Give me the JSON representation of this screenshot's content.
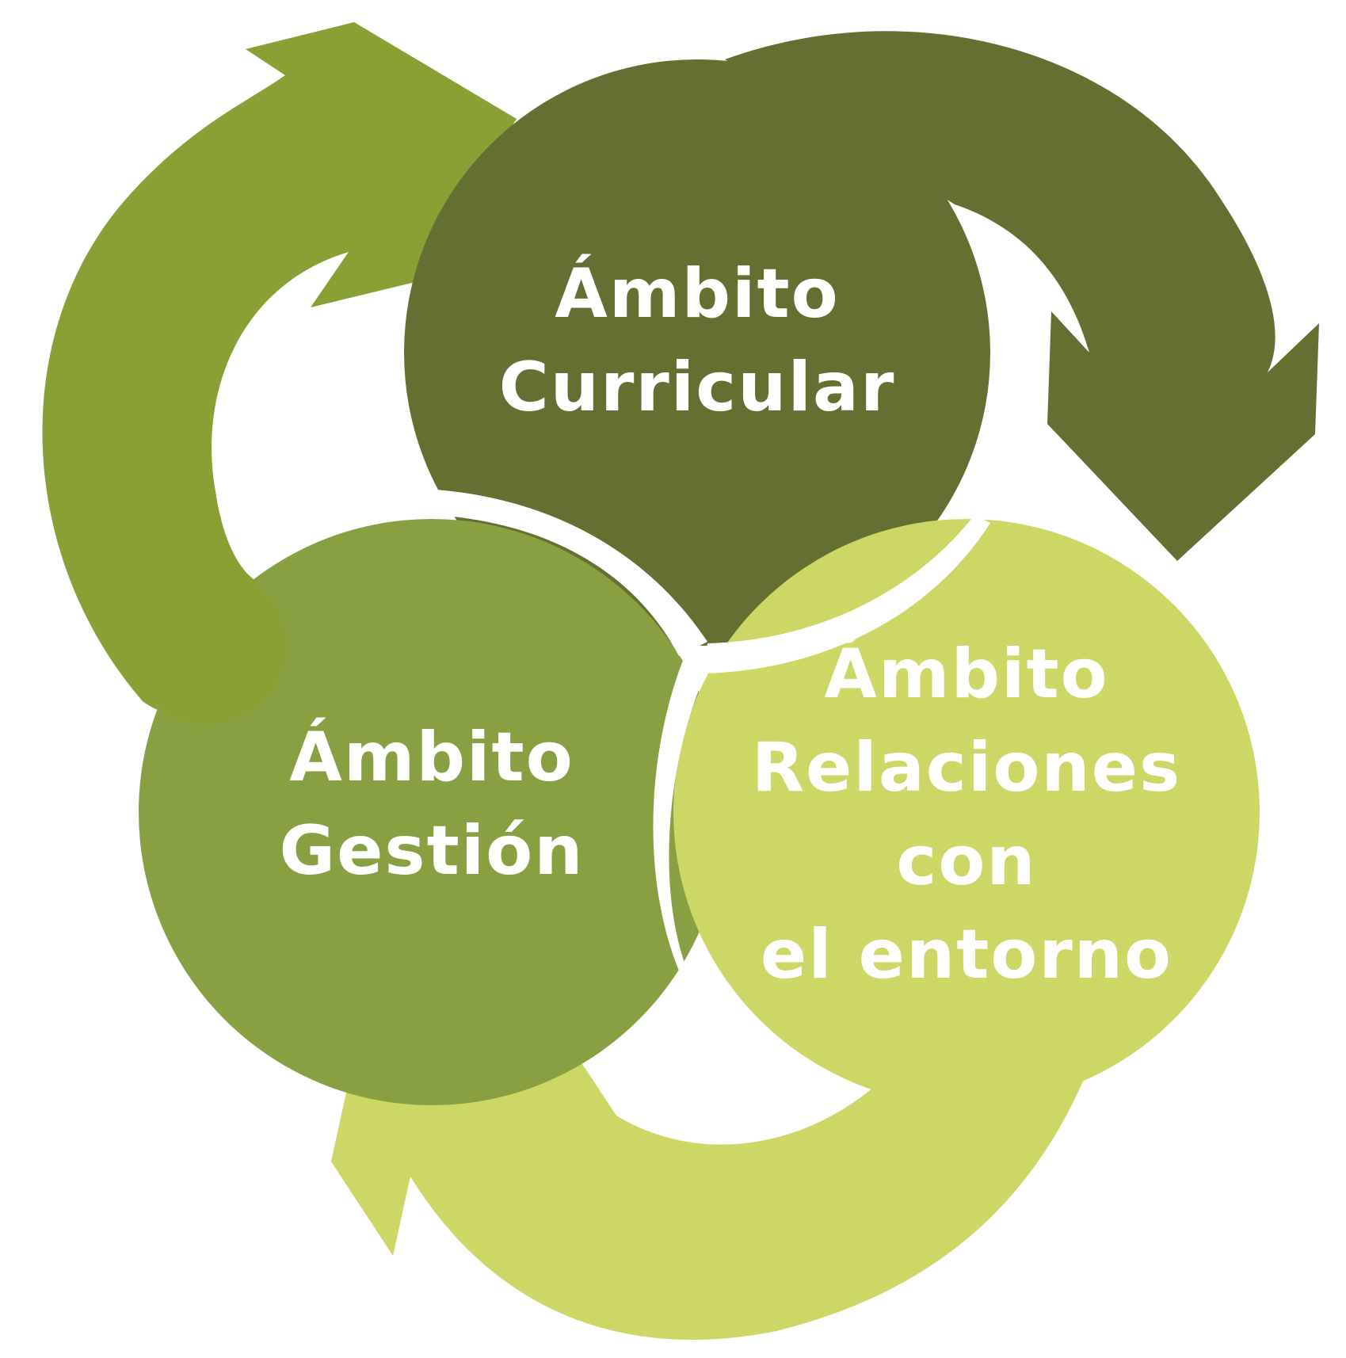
{
  "diagram": {
    "nodes": [
      {
        "id": "curricular",
        "lines": [
          "Ámbito",
          "Curricular"
        ],
        "color": "#647032"
      },
      {
        "id": "gestion",
        "lines": [
          "Ámbito",
          "Gestión"
        ],
        "color": "#89a042"
      },
      {
        "id": "relaciones",
        "lines": [
          "Ámbito",
          "Relaciones",
          "con",
          "el entorno"
        ],
        "color": "#cdd766"
      }
    ],
    "arrows": [
      {
        "id": "gestion-to-curricular",
        "color": "#88a034"
      },
      {
        "id": "curricular-to-relaciones",
        "color": "#647032"
      },
      {
        "id": "relaciones-to-gestion",
        "color": "#cdd766"
      }
    ],
    "background": "#ffffff"
  }
}
